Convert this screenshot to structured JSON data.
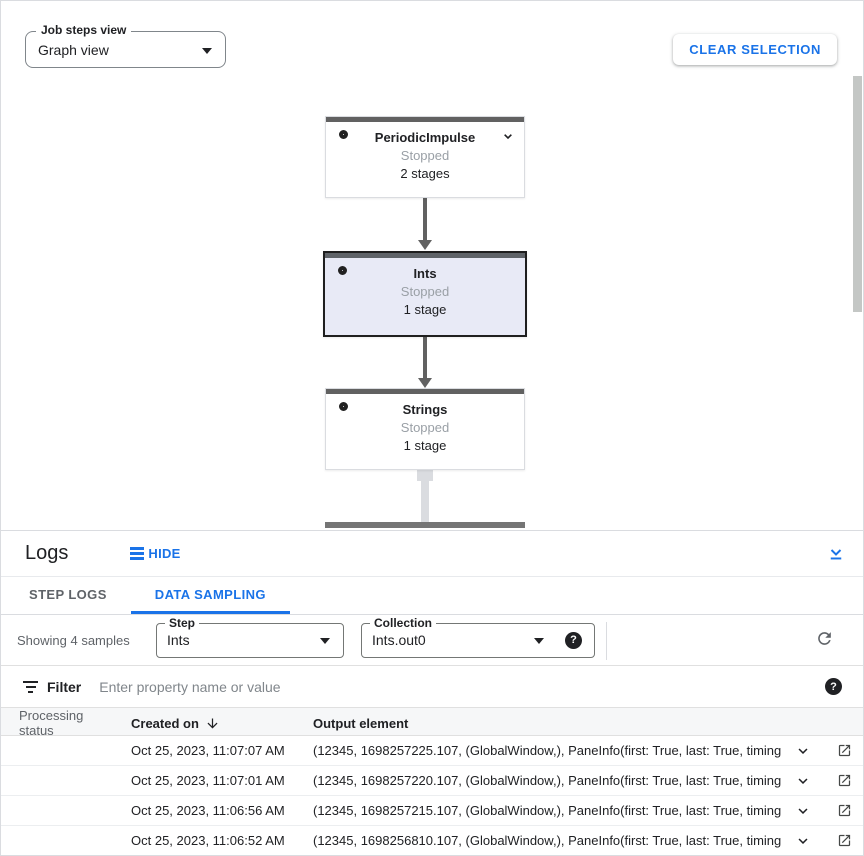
{
  "toolbar": {
    "job_steps_view": {
      "label": "Job steps view",
      "value": "Graph view"
    },
    "clear_selection_label": "CLEAR SELECTION"
  },
  "graph": {
    "nodes": [
      {
        "title": "PeriodicImpulse",
        "status": "Stopped",
        "stages": "2 stages",
        "selected": false
      },
      {
        "title": "Ints",
        "status": "Stopped",
        "stages": "1 stage",
        "selected": true
      },
      {
        "title": "Strings",
        "status": "Stopped",
        "stages": "1 stage",
        "selected": false
      }
    ]
  },
  "logs": {
    "title": "Logs",
    "hide_label": "HIDE",
    "tabs": [
      {
        "label": "STEP LOGS",
        "active": false
      },
      {
        "label": "DATA SAMPLING",
        "active": true
      }
    ],
    "summary": "Showing 4 samples",
    "step": {
      "label": "Step",
      "value": "Ints"
    },
    "collection": {
      "label": "Collection",
      "value": "Ints.out0"
    },
    "filter": {
      "label": "Filter",
      "placeholder": "Enter property name or value"
    },
    "table": {
      "columns": [
        "Processing status",
        "Created on",
        "Output element"
      ],
      "rows": [
        {
          "created_on": "Oct 25, 2023, 11:07:07 AM",
          "output_element": "(12345, 1698257225.107, (GlobalWindow,), PaneInfo(first: True, last: True, timing…"
        },
        {
          "created_on": "Oct 25, 2023, 11:07:01 AM",
          "output_element": "(12345, 1698257220.107, (GlobalWindow,), PaneInfo(first: True, last: True, timing…"
        },
        {
          "created_on": "Oct 25, 2023, 11:06:56 AM",
          "output_element": "(12345, 1698257215.107, (GlobalWindow,), PaneInfo(first: True, last: True, timing…"
        },
        {
          "created_on": "Oct 25, 2023, 11:06:52 AM",
          "output_element": "(12345, 1698256810.107, (GlobalWindow,), PaneInfo(first: True, last: True, timing…"
        }
      ]
    }
  },
  "icons": {
    "help_glyph": "?",
    "names": [
      "dropdown-arrow",
      "stage-ring",
      "chevron-down",
      "hide-panel",
      "collapse-panel",
      "help",
      "refresh",
      "filter-list",
      "sort-arrow-down",
      "expand-row",
      "open-in-new"
    ]
  },
  "colors": {
    "accent_blue": "#1a73e8",
    "node_bar_gray": "#616161",
    "selected_node_bg": "#e8eaf6",
    "selected_node_border": "#1f1f1f",
    "muted_text": "#5f6368",
    "status_text": "#9aa0a6",
    "divider": "#dadce0"
  }
}
